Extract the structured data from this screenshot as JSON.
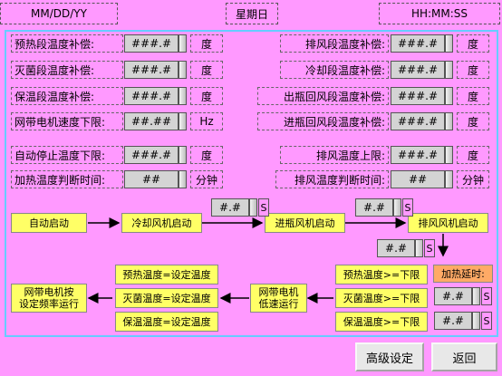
{
  "header": {
    "date": "MM/DD/YY",
    "weekday": "星期日",
    "time": "HH:MM:SS"
  },
  "params": [
    {
      "label": "预热段温度补偿:",
      "value": "###.#",
      "unit": "度"
    },
    {
      "label": "灭菌段温度补偿:",
      "value": "###.#",
      "unit": "度"
    },
    {
      "label": "保温段温度补偿:",
      "value": "###.#",
      "unit": "度"
    },
    {
      "label": "网带电机速度下限:",
      "value": "##.##",
      "unit": "Hz"
    },
    {
      "label": "自动停止温度下限:",
      "value": "###.#",
      "unit": "度"
    },
    {
      "label": "加热温度判断时间:",
      "value": "##",
      "unit": "分钟"
    },
    {
      "label": "排风段温度补偿:",
      "value": "###.#",
      "unit": "度"
    },
    {
      "label": "冷却段温度补偿:",
      "value": "###.#",
      "unit": "度"
    },
    {
      "label": "出瓶回风段温度补偿:",
      "value": "###.#",
      "unit": "度"
    },
    {
      "label": "进瓶回风段温度补偿:",
      "value": "###.#",
      "unit": "度"
    },
    {
      "label": "排风温度上限:",
      "value": "###.#",
      "unit": "度"
    },
    {
      "label": "排风温度判断时间:",
      "value": "##",
      "unit": "分钟"
    }
  ],
  "flow": {
    "auto_start": "自动启动",
    "cool_fan": "冷却风机启动",
    "in_fan": "进瓶风机启动",
    "exhaust_fan": "排风风机启动",
    "delay1_value": "#.#",
    "delay1_unit": "S",
    "delay2_value": "#.#",
    "delay2_unit": "S",
    "delay3_value": "#.#",
    "delay3_unit": "S",
    "preheat_ge": "预热温度>=下限",
    "steril_ge": "灭菌温度>=下限",
    "keep_ge": "保温温度>=下限",
    "heat_delay": "加热延时:",
    "delay4_value": "#.#",
    "delay4_unit": "S",
    "delay5_value": "#.#",
    "delay5_unit": "S",
    "belt_low": "网带电机\n低速运行",
    "preheat_eq": "预热温度=设定温度",
    "steril_eq": "灭菌温度=设定温度",
    "keep_eq": "保温温度=设定温度",
    "belt_set": "网带电机按\n设定频率运行"
  },
  "buttons": {
    "advanced": "高级设定",
    "back": "返回"
  }
}
